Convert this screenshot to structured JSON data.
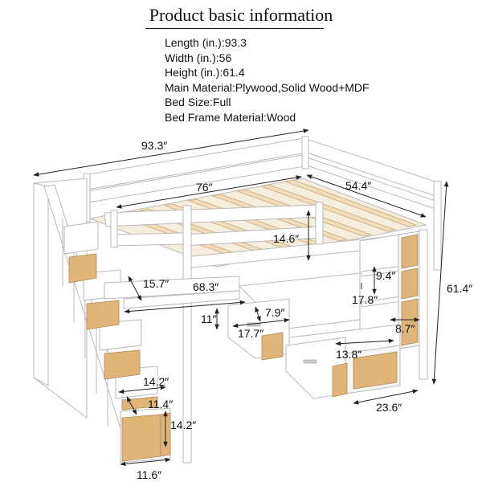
{
  "title": "Product basic information",
  "specs": [
    "Length (in.):93.3",
    "Width (in.):56",
    "Height (in.):61.4",
    "Main Material:Plywood,Solid Wood+MDF",
    "Bed Size:Full",
    "Bed Frame Material:Wood"
  ],
  "dimensions": {
    "length_total": "93.3″",
    "bed_length": "76″",
    "bed_width": "54.4″",
    "height_total": "61.4″",
    "guardrail_height": "14.6″",
    "desk_length": "68.3″",
    "desk_depth": "15.7″",
    "shelf_height": "9.4″",
    "shelf_width": "17.8″",
    "cabinet_width": "8.7″",
    "drawer_gap": "7.9″",
    "drawer_height": "11″",
    "drawer_width": "17.7″",
    "drawer_depth": "13.8″",
    "desk_unit_depth": "23.6″",
    "step_width": "14.2″",
    "step_height": "11.4″",
    "step_base_height": "14.2″",
    "step_depth": "11.6″"
  },
  "colors": {
    "frame": "#ffffff",
    "outline": "#b9b9b9",
    "wood": "#e0b57a",
    "slat": "#f1dcbb",
    "dim_line": "#222222"
  }
}
